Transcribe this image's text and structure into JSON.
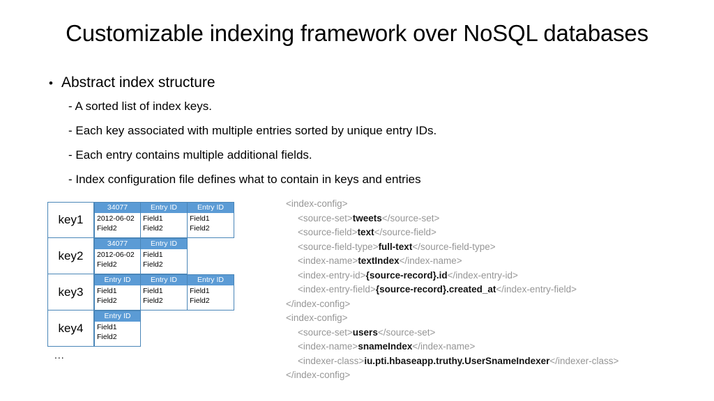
{
  "slide": {
    "title": "Customizable indexing framework over NoSQL databases"
  },
  "bullets": {
    "level1": [
      {
        "marker": "•",
        "text": "Abstract index structure"
      }
    ],
    "level2": [
      "- A sorted list of index keys.",
      "- Each key associated with multiple entries sorted by unique entry IDs.",
      "- Each entry contains multiple additional fields.",
      "- Index configuration file defines what to contain in keys and entries"
    ]
  },
  "index_diagram": {
    "header_color": "#5b9bd5",
    "border_color": "#4a86b8",
    "ellipsis": "...",
    "rows": [
      {
        "key": "key1",
        "entries": [
          {
            "header": "34077",
            "fields": [
              "2012-06-02",
              "Field2"
            ]
          },
          {
            "header": "Entry ID",
            "fields": [
              "Field1",
              "Field2"
            ]
          },
          {
            "header": "Entry ID",
            "fields": [
              "Field1",
              "Field2"
            ]
          }
        ]
      },
      {
        "key": "key2",
        "entries": [
          {
            "header": "34077",
            "fields": [
              "2012-06-02",
              "Field2"
            ]
          },
          {
            "header": "Entry ID",
            "fields": [
              "Field1",
              "Field2"
            ]
          }
        ]
      },
      {
        "key": "key3",
        "entries": [
          {
            "header": "Entry ID",
            "fields": [
              "Field1",
              "Field2"
            ]
          },
          {
            "header": "Entry ID",
            "fields": [
              "Field1",
              "Field2"
            ]
          },
          {
            "header": "Entry ID",
            "fields": [
              "Field1",
              "Field2"
            ]
          }
        ]
      },
      {
        "key": "key4",
        "entries": [
          {
            "header": "Entry ID",
            "fields": [
              "Field1",
              "Field2"
            ]
          }
        ]
      }
    ]
  },
  "xml_config": {
    "tag_color": "#969696",
    "value_color": "#131313",
    "lines": [
      {
        "indent": false,
        "open": "<index-config>",
        "value": "",
        "close": ""
      },
      {
        "indent": true,
        "open": "<source-set>",
        "value": "tweets",
        "close": "</source-set>"
      },
      {
        "indent": true,
        "open": "<source-field>",
        "value": "text",
        "close": "</source-field>"
      },
      {
        "indent": true,
        "open": "<source-field-type>",
        "value": "full-text",
        "close": "</source-field-type>"
      },
      {
        "indent": true,
        "open": "<index-name>",
        "value": "textIndex",
        "close": "</index-name>"
      },
      {
        "indent": true,
        "open": "<index-entry-id>",
        "value": "{source-record}.id",
        "close": "</index-entry-id>"
      },
      {
        "indent": true,
        "open": "<index-entry-field>",
        "value": "{source-record}.created_at",
        "close": "</index-entry-field>"
      },
      {
        "indent": false,
        "open": "</index-config>",
        "value": "",
        "close": ""
      },
      {
        "indent": false,
        "open": "<index-config>",
        "value": "",
        "close": ""
      },
      {
        "indent": true,
        "open": "<source-set>",
        "value": "users",
        "close": "</source-set>"
      },
      {
        "indent": true,
        "open": "<index-name>",
        "value": "snameIndex",
        "close": "</index-name>"
      },
      {
        "indent": true,
        "open": "<indexer-class>",
        "value": "iu.pti.hbaseapp.truthy.UserSnameIndexer",
        "close": "</indexer-class>"
      },
      {
        "indent": false,
        "open": "</index-config>",
        "value": "",
        "close": ""
      }
    ]
  }
}
